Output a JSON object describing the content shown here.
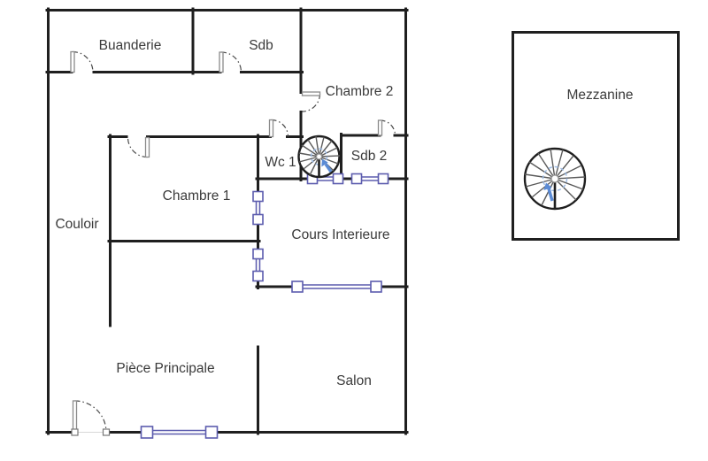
{
  "rooms": {
    "buanderie": {
      "label": "Buanderie"
    },
    "sdb": {
      "label": "Sdb"
    },
    "chambre2": {
      "label": "Chambre 2"
    },
    "wc1": {
      "label": "Wc 1"
    },
    "sdb2": {
      "label": "Sdb 2"
    },
    "chambre1": {
      "label": "Chambre 1"
    },
    "couloir": {
      "label": "Couloir"
    },
    "cours_interieure": {
      "label": "Cours Interieure"
    },
    "piece_principale": {
      "label": "Pièce Principale"
    },
    "salon": {
      "label": "Salon"
    },
    "mezzanine": {
      "label": "Mezzanine"
    }
  },
  "icons": {
    "staircase": "spiral-staircase",
    "stair_arrow": "up-direction-arrow"
  },
  "colors": {
    "wall": "#1f1f1f",
    "window": "#5c5cae",
    "door": "#8a8a8a",
    "arc": "#4a4a4a",
    "arrow": "#5b8bd5",
    "dash": "#9dbbe4",
    "text": "#3a3a3a",
    "bg": "#ffffff"
  }
}
